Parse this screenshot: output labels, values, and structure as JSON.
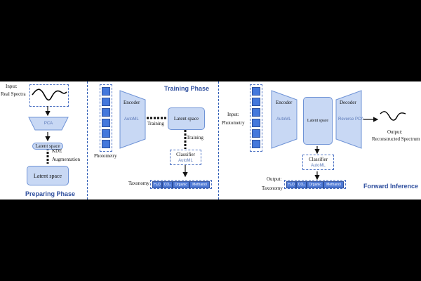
{
  "preparing": {
    "input_label": "Input:",
    "input_sub": "Real Spectra",
    "pca": "PCA",
    "latent_space_1": "Latent space",
    "kde": "KDE",
    "augmentation": "Augmentation",
    "latent_space_2": "Latent space",
    "phase_title": "Preparing Phase"
  },
  "training": {
    "phase_title": "Training Phase",
    "encoder": "Encoder",
    "automl_encoder": "AutoML",
    "latent_space": "Latent space",
    "training_1": "Training",
    "training_2": "Training",
    "classifier": "Classifier",
    "automl_classifier": "AutoML",
    "photometry": "Photometry",
    "taxonomy": "Taxonomy",
    "tags": [
      "H₂O",
      "CO₂",
      "Organic",
      "Methanol"
    ]
  },
  "inference": {
    "input_label": "Input:",
    "input_sub": "Photometry",
    "encoder": "Encoder",
    "automl_encoder": "AutoML",
    "latent_space": "Latent space",
    "decoder": "Decoder",
    "reverse_pca": "Reverse PCA",
    "output_label": "Output:",
    "output_sub": "Reconstructed Spectrum",
    "classifier": "Classifier",
    "automl_classifier": "AutoML",
    "output_taxonomy_label": "Output:",
    "taxonomy": "Taxonomy",
    "tags": [
      "H₂O",
      "CO₂",
      "Organic",
      "Methanol"
    ],
    "phase_title": "Forward Inference"
  },
  "colors": {
    "accent": "#2f4f9e",
    "box_fill": "#c8d8f4",
    "cell_fill": "#4478dc",
    "separator": "#2f5db5"
  }
}
